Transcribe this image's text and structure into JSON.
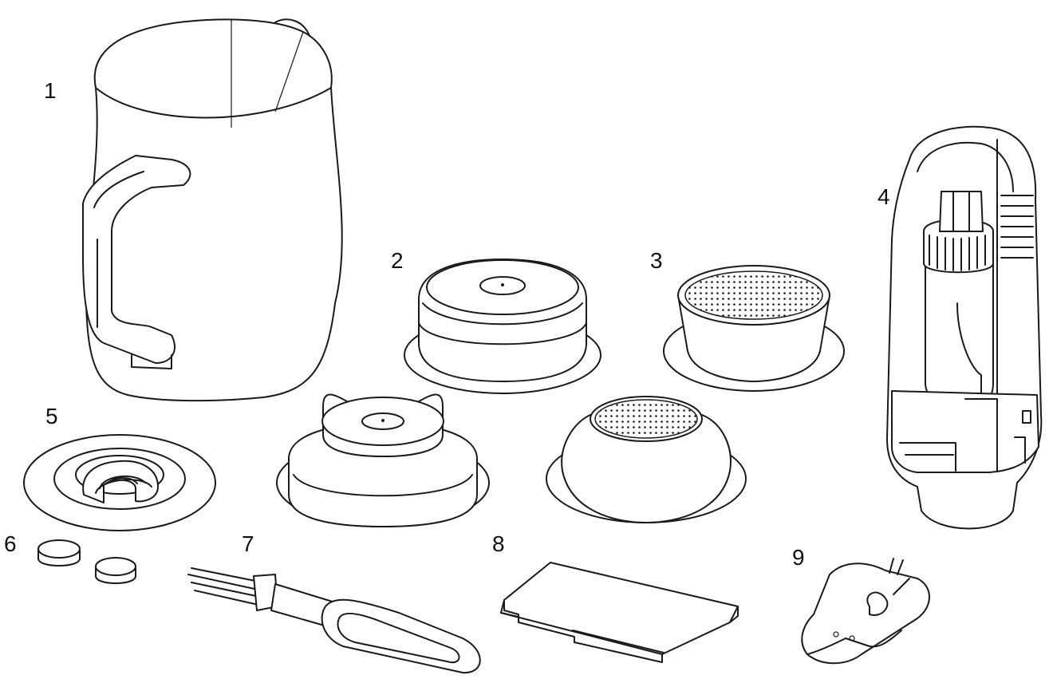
{
  "diagram": {
    "items": [
      {
        "id": "1",
        "label": "1",
        "icon": "milk-jug-icon"
      },
      {
        "id": "2",
        "label": "2",
        "icon": "pressurized-filter-basket-icon"
      },
      {
        "id": "3",
        "label": "3",
        "icon": "single-wall-filter-basket-icon"
      },
      {
        "id": "4",
        "label": "4",
        "icon": "water-filter-holder-icon"
      },
      {
        "id": "5",
        "label": "5",
        "icon": "cleaning-disc-icon"
      },
      {
        "id": "6",
        "label": "6",
        "icon": "cleaning-tablets-icon"
      },
      {
        "id": "7",
        "label": "7",
        "icon": "cleaning-tool-icon"
      },
      {
        "id": "8",
        "label": "8",
        "icon": "tamper-card-icon"
      },
      {
        "id": "9",
        "label": "9",
        "icon": "allen-key-tool-icon"
      }
    ],
    "line_color": "#1a1a1a",
    "background": "#ffffff"
  }
}
